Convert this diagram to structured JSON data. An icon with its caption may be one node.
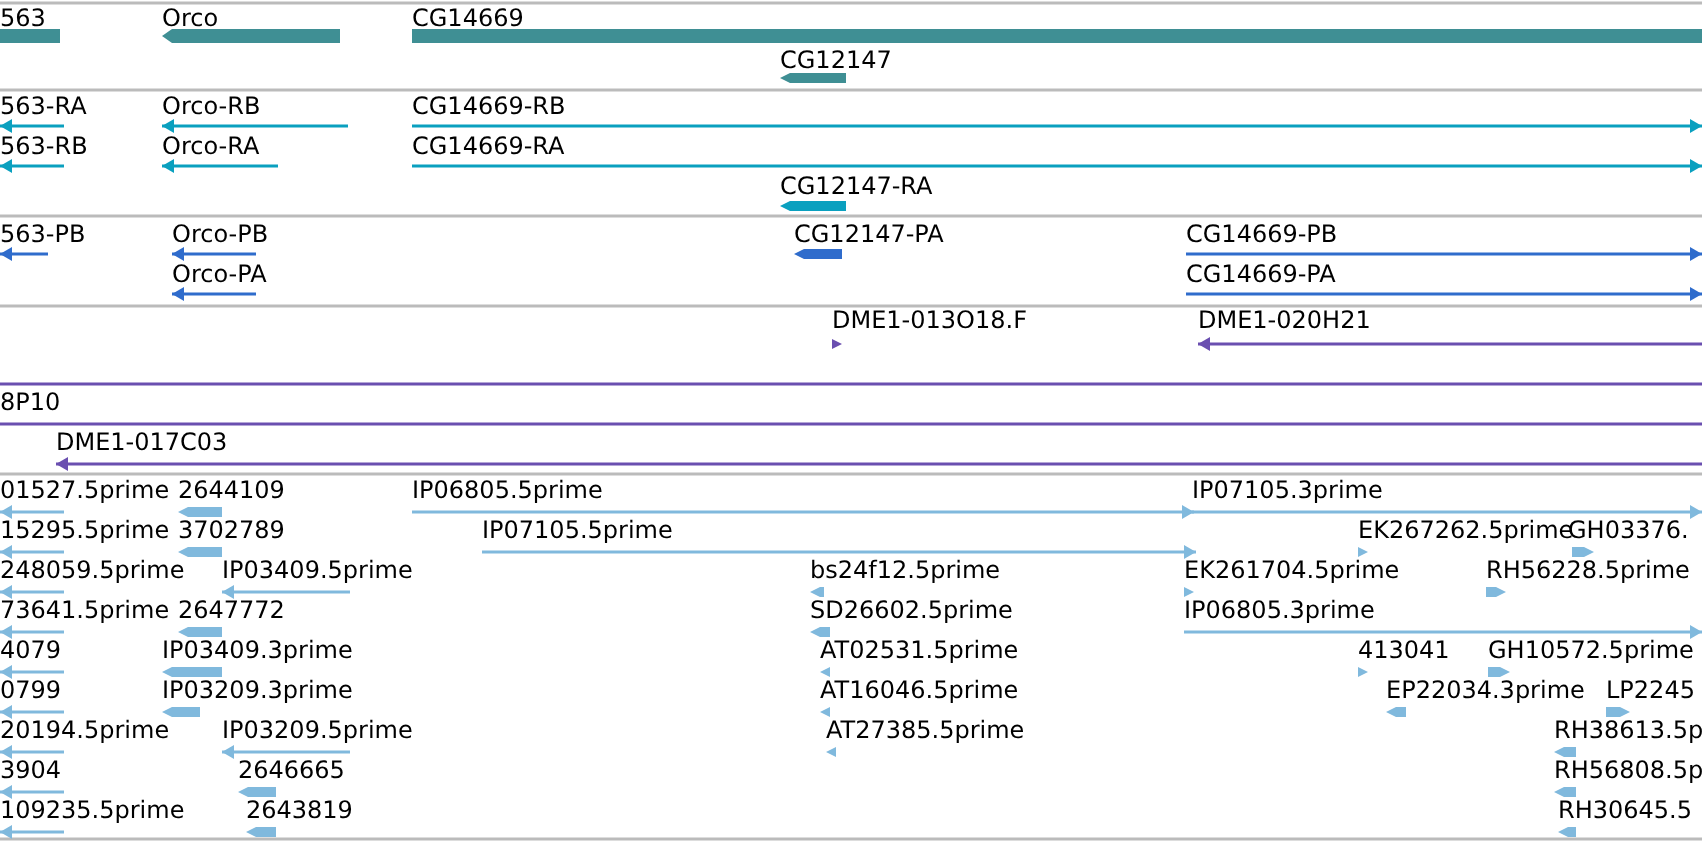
{
  "diagram": {
    "labels": [
      "563",
      "Orco",
      "CG14669",
      "CG12147",
      "563-RA",
      "Orco-RB",
      "CG14669-RB",
      "563-RB",
      "Orco-RA",
      "CG14669-RA",
      "CG12147-RA",
      "563-PB",
      "Orco-PB",
      "CG12147-PA",
      "CG14669-PB",
      "Orco-PA",
      "CG14669-PA",
      "DME1-013O18.F",
      "DME1-020H21",
      "8P10",
      "DME1-017C03",
      "01527.5prime",
      "2644109",
      "IP06805.5prime",
      "IP07105.3prime",
      "15295.5prime",
      "3702789",
      "IP07105.5prime",
      "EK267262.5prime",
      "GH03376.",
      "248059.5prime",
      "IP03409.5prime",
      "bs24f12.5prime",
      "EK261704.5prime",
      "RH56228.5prime",
      "73641.5prime",
      "2647772",
      "SD26602.5prime",
      "IP06805.3prime",
      "4079",
      "IP03409.3prime",
      "AT02531.5prime",
      "413041",
      "GH10572.5prime",
      "0799",
      "IP03209.3prime",
      "AT16046.5prime",
      "EP22034.3prime",
      "LP2245",
      "20194.5prime",
      "IP03209.5prime",
      "AT27385.5prime",
      "RH38613.5p",
      "3904",
      "2646665",
      "RH56808.5p",
      "109235.5prime",
      "2643819",
      "RH30645.5"
    ]
  }
}
